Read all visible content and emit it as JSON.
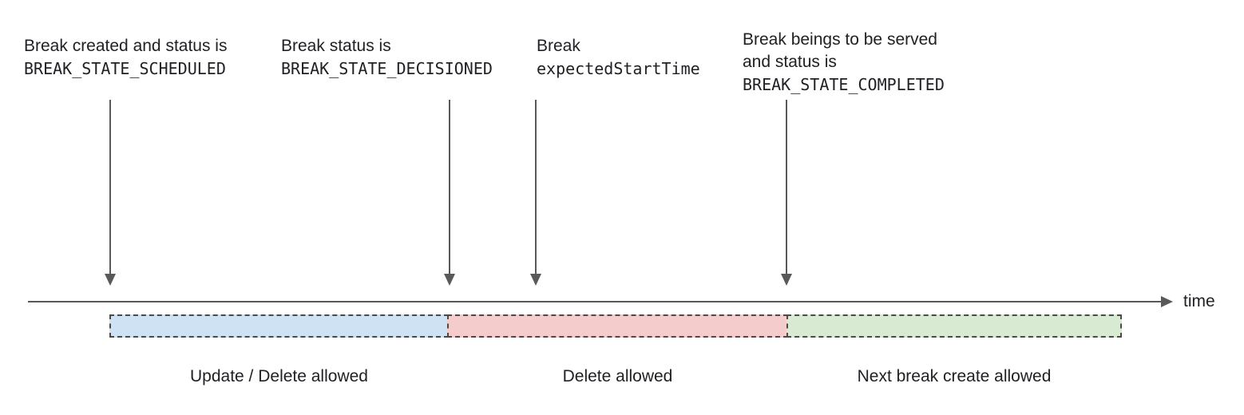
{
  "timeline_label": "time",
  "annotations": [
    {
      "line1": "Break created and status is",
      "code": "BREAK_STATE_SCHEDULED"
    },
    {
      "line1": "Break status is",
      "code": "BREAK_STATE_DECISIONED"
    },
    {
      "line1": "Break",
      "code": "expectedStartTime"
    },
    {
      "line1": "Break beings to be served",
      "line2": "and status is",
      "code": "BREAK_STATE_COMPLETED"
    }
  ],
  "segments": [
    {
      "label": "Update / Delete allowed",
      "color": "#cfe2f3"
    },
    {
      "label": "Delete allowed",
      "color": "#f4cccc"
    },
    {
      "label": "Next break create allowed",
      "color": "#d9ead3"
    }
  ],
  "colors": {
    "line": "#595959",
    "dashed_border": "#4a4a4a",
    "text": "#202124"
  }
}
